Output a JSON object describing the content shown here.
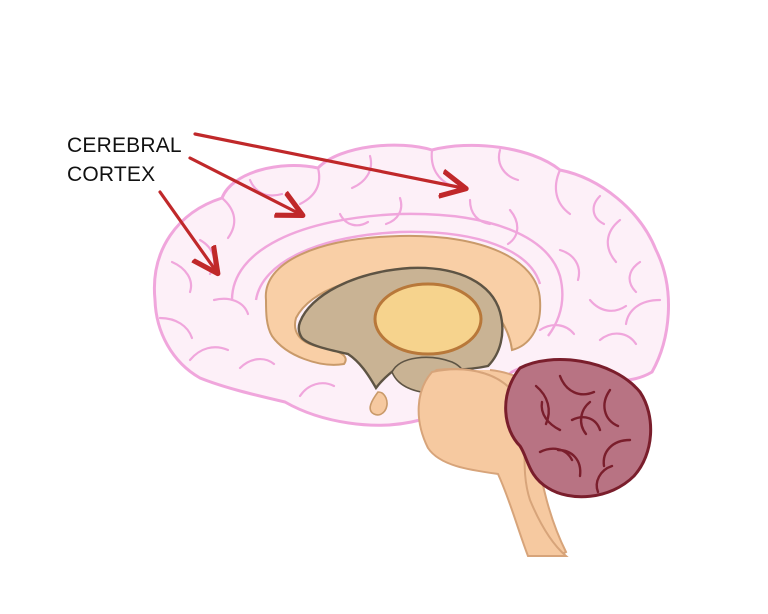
{
  "label": {
    "line1": "CEREBRAL",
    "line2": "CORTEX"
  },
  "colors": {
    "background": "#ffffff",
    "cortex_outline": "#f0a6dc",
    "cortex_fill": "#fdf0f8",
    "callosum_fill": "#f9cfa6",
    "callosum_stroke": "#c99a6a",
    "ventricle_fill": "#c9b394",
    "ventricle_stroke": "#5e5444",
    "thalamus_fill": "#f6d38d",
    "thalamus_stroke": "#b8783a",
    "brainstem_fill": "#f6c9a0",
    "brainstem_stroke": "#d7a47a",
    "cerebellum_fill": "#b87383",
    "cerebellum_stroke": "#7a1e2c",
    "arrow": "#c0282a",
    "text": "#111111"
  },
  "structures": [
    "cerebral-cortex",
    "corpus-callosum",
    "lateral-ventricle",
    "thalamus",
    "brainstem",
    "pituitary",
    "cerebellum"
  ]
}
